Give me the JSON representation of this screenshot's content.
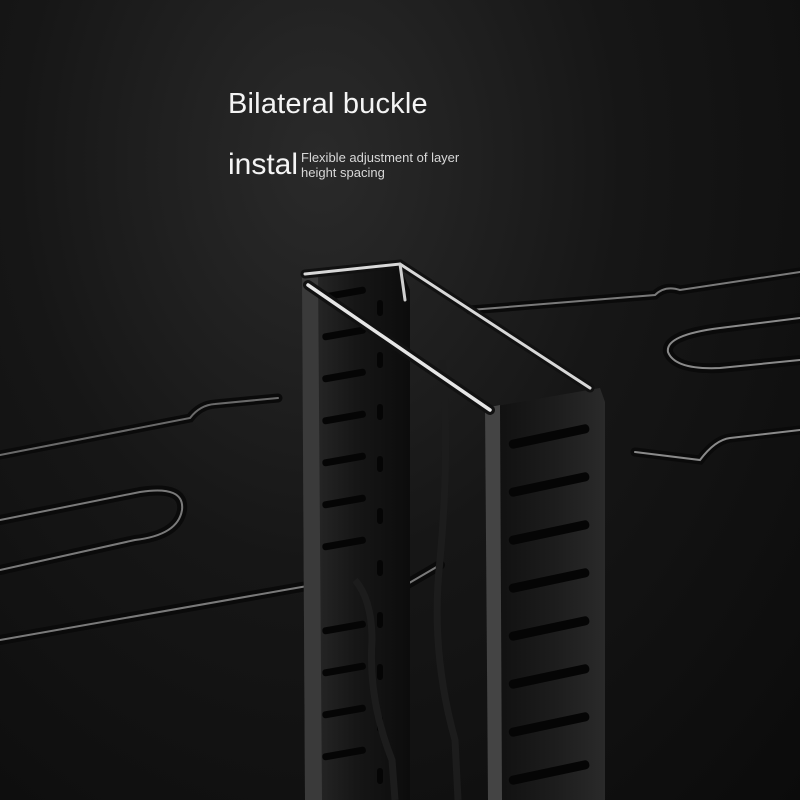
{
  "text": {
    "headline": "Bilateral buckle",
    "sub_big": "instal",
    "sub_small_line1": "Flexible adjustment of layer",
    "sub_small_line2": "height spacing"
  },
  "colors": {
    "background": "#111111",
    "metal_dark": "#1a1a1a",
    "metal_highlight": "#d0d0d0",
    "text": "#f4f4f4"
  }
}
